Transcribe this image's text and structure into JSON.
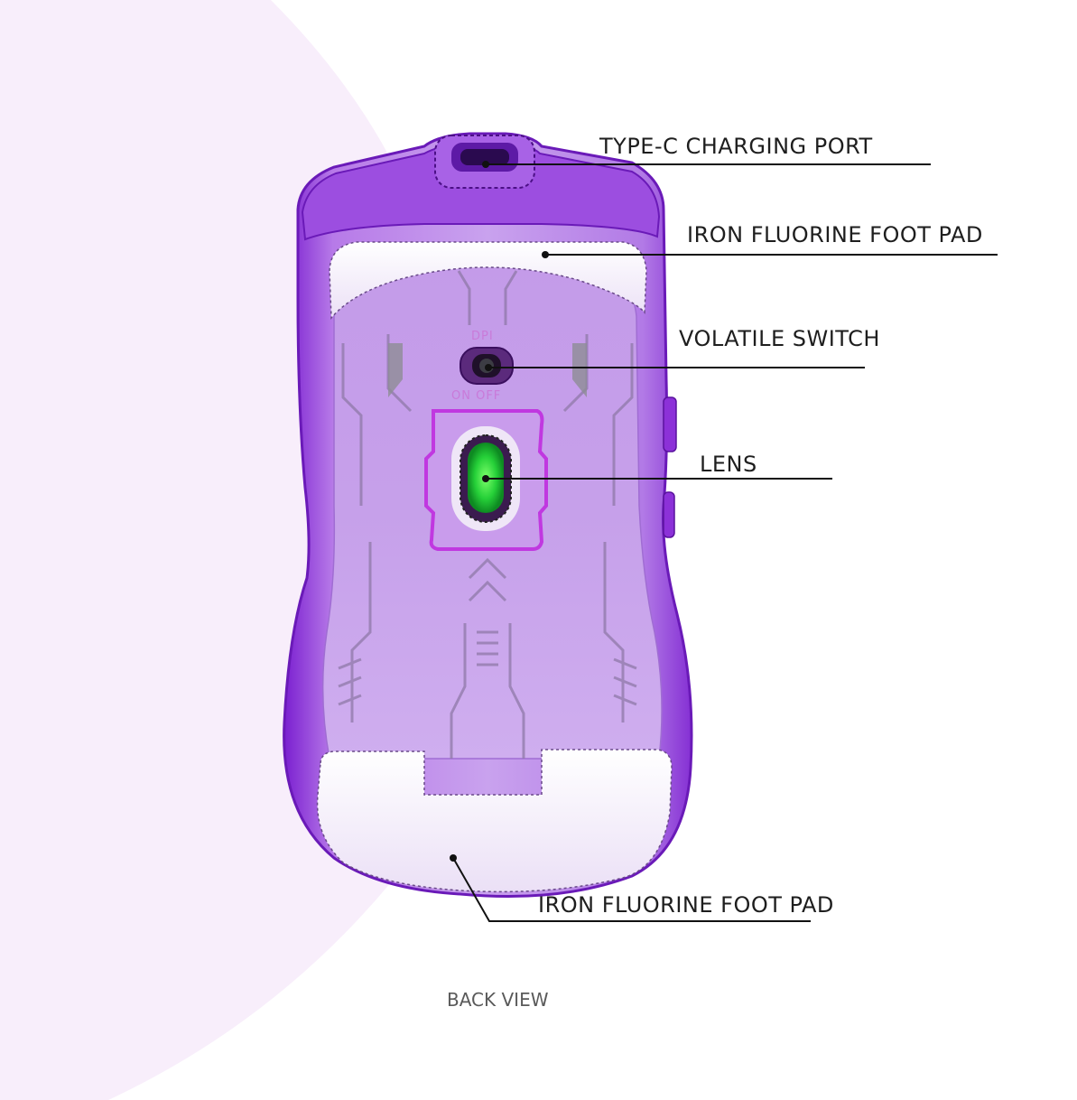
{
  "annotations": [
    {
      "id": "charging-port",
      "label": "TYPE-C CHARGING PORT"
    },
    {
      "id": "foot-pad-top",
      "label": "IRON FLUORINE FOOT PAD"
    },
    {
      "id": "volatile-switch",
      "label": "VOLATILE SWITCH"
    },
    {
      "id": "lens",
      "label": "LENS"
    },
    {
      "id": "foot-pad-bottom",
      "label": "IRON FLUORINE FOOT PAD"
    }
  ],
  "caption": "BACK VIEW",
  "engravings": {
    "dpi": "DPI",
    "on_off": "ON  OFF"
  },
  "colors": {
    "background_tint": "#f8eefb",
    "shell_dark": "#8a2fd6",
    "shell_light": "#c99bec",
    "panel": "#bf94e8",
    "foot_pad": "#f3ecfa",
    "lens_green": "#22d33a",
    "lens_ring": "#c038e0",
    "leader_line": "#111111"
  },
  "icons": [
    "mouse-illustration",
    "lens-icon",
    "switch-icon"
  ]
}
